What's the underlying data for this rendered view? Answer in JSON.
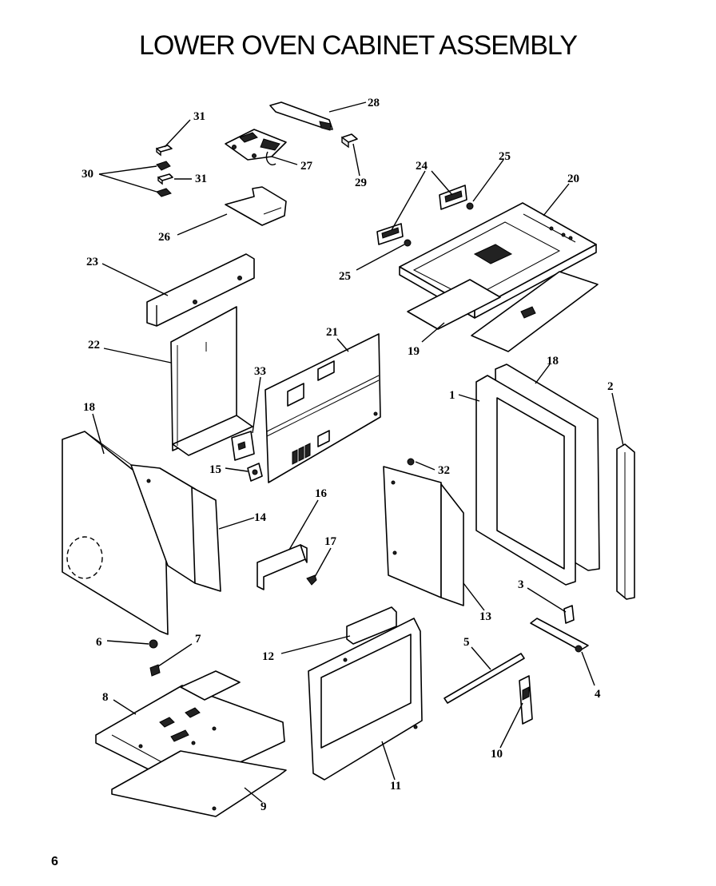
{
  "title": "LOWER OVEN CABINET ASSEMBLY",
  "page_number": "6",
  "callouts": [
    "1",
    "2",
    "3",
    "4",
    "5",
    "6",
    "7",
    "8",
    "9",
    "10",
    "11",
    "12",
    "13",
    "14",
    "15",
    "16",
    "17",
    "18",
    "18",
    "19",
    "20",
    "21",
    "22",
    "23",
    "24",
    "25",
    "25",
    "26",
    "27",
    "28",
    "29",
    "30",
    "31",
    "31",
    "32",
    "33"
  ],
  "colors": {
    "ink": "#000000",
    "paper": "#ffffff"
  }
}
